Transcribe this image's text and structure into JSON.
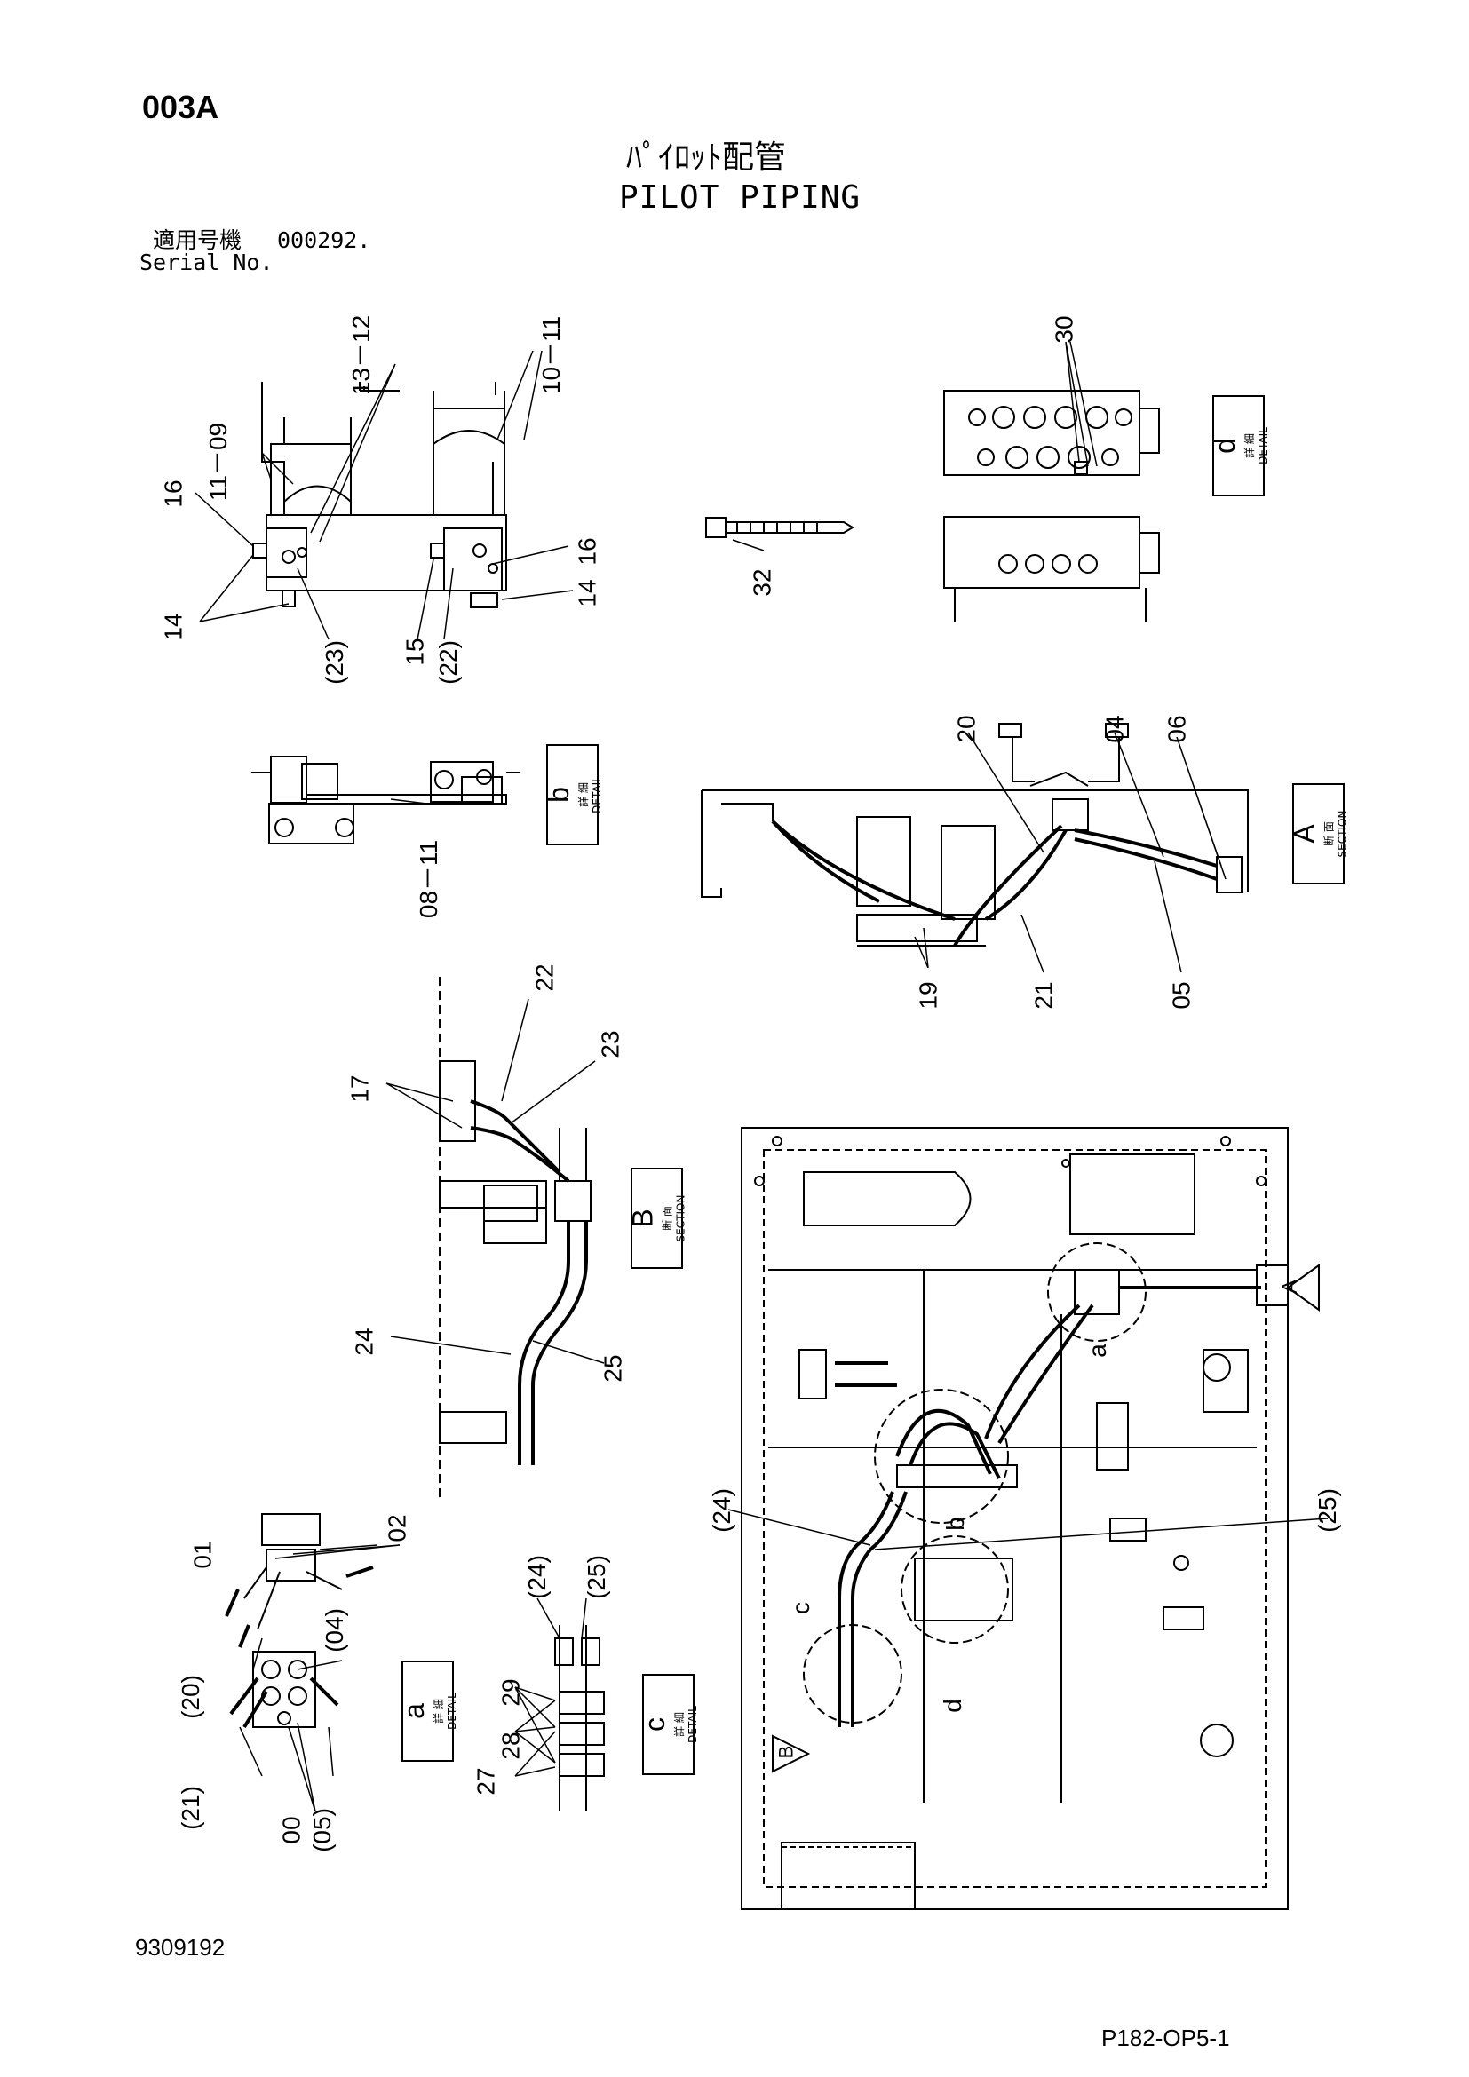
{
  "header": {
    "code": "003A",
    "title_jp": "ﾊﾟｲﾛｯﾄ配管",
    "title_en": "PILOT PIPING",
    "serial_label_jp": "適用号機",
    "serial_value": "000292.",
    "serial_label_en": "Serial No."
  },
  "labels": {
    "detail_jp": "詳 細",
    "detail_en": "DETAIL",
    "section_jp": "断 面",
    "section_en": "SECTION",
    "a": "a",
    "b": "b",
    "c": "c",
    "d": "d",
    "A": "A",
    "B": "B"
  },
  "part_numbers": {
    "p30": "30",
    "p32": "32",
    "p13_12": "13－12",
    "p10_11": "10－11",
    "p11_09": "11－09",
    "p16a": "16",
    "p16b": "16",
    "p14a": "14",
    "p14b": "14",
    "p15": "15",
    "p23p": "(23)",
    "p22p": "(22)",
    "p08_11": "08－11",
    "p20": "20",
    "p04": "04",
    "p06": "06",
    "p19": "19",
    "p21": "21",
    "p05": "05",
    "p22": "22",
    "p23": "23",
    "p17": "17",
    "p24": "24",
    "p25": "25",
    "p01": "01",
    "p02": "02",
    "p04p": "(04)",
    "p20p": "(20)",
    "p21p": "(21)",
    "p00": "00",
    "p05p": "(05)",
    "p24c": "(24)",
    "p25c": "(25)",
    "p29": "29",
    "p28": "28",
    "p27": "27",
    "p24m": "(24)",
    "p25m": "(25)",
    "map_a": "a",
    "map_b": "b",
    "map_c": "c",
    "map_d": "d"
  },
  "footer": {
    "doc_number": "9309192",
    "page_code": "P182-OP5-1"
  }
}
